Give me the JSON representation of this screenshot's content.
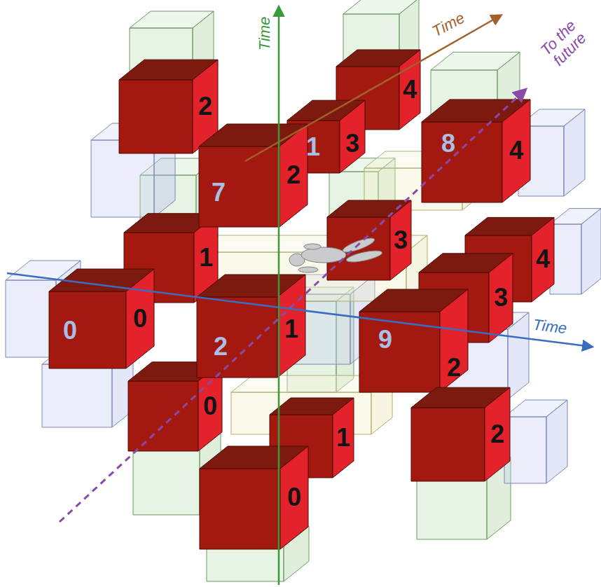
{
  "diagram": {
    "labels": [
      "Time",
      "Time",
      "To the future",
      "2",
      "4",
      "1",
      "3",
      "8",
      "4",
      "7",
      "2",
      "1",
      "3",
      "4",
      "3",
      "0",
      "0",
      "2",
      "1",
      "9",
      "Time",
      "2",
      "0",
      "1",
      "2",
      "0"
    ]
  }
}
